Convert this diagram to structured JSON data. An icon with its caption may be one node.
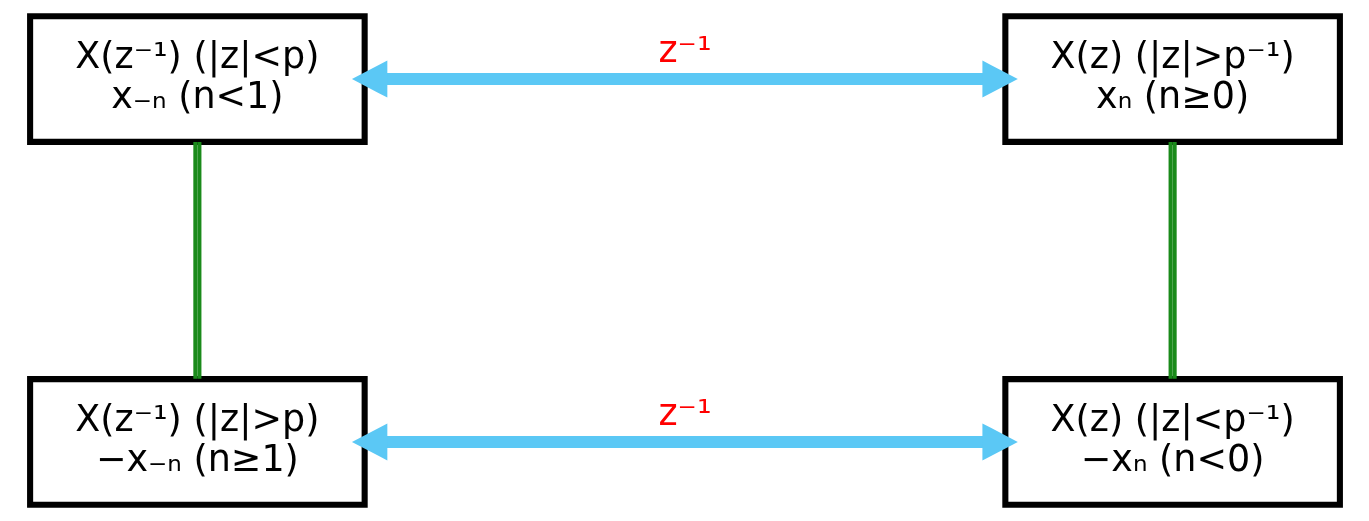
{
  "diagram": {
    "nodes": [
      {
        "text": [
          "X(z⁻¹) (|z|<p)",
          "x₋ₙ (n<1)"
        ]
      },
      {
        "text": [
          "X(z) (|z|>p⁻¹)",
          "xₙ (n≥0)"
        ]
      },
      {
        "text": [
          "X(z⁻¹) (|z|>p)",
          "−x₋ₙ (n≥1)"
        ]
      },
      {
        "text": [
          "X(z) (|z|<p⁻¹)",
          "−xₙ (n<0)"
        ]
      }
    ],
    "edges": [
      {
        "from": 0,
        "to": 1,
        "arrow": "both",
        "label": "z⁻¹",
        "style": "thick",
        "color": "#5bc8f5"
      },
      {
        "from": 0,
        "to": 2,
        "arrow": "none",
        "color": "#1a8a1a"
      },
      {
        "from": 1,
        "to": 3,
        "arrow": "none",
        "color": "#1a8a1a"
      },
      {
        "from": 2,
        "to": 3,
        "arrow": "both",
        "label": "z⁻¹",
        "style": "thick",
        "color": "#5bc8f5"
      }
    ]
  }
}
